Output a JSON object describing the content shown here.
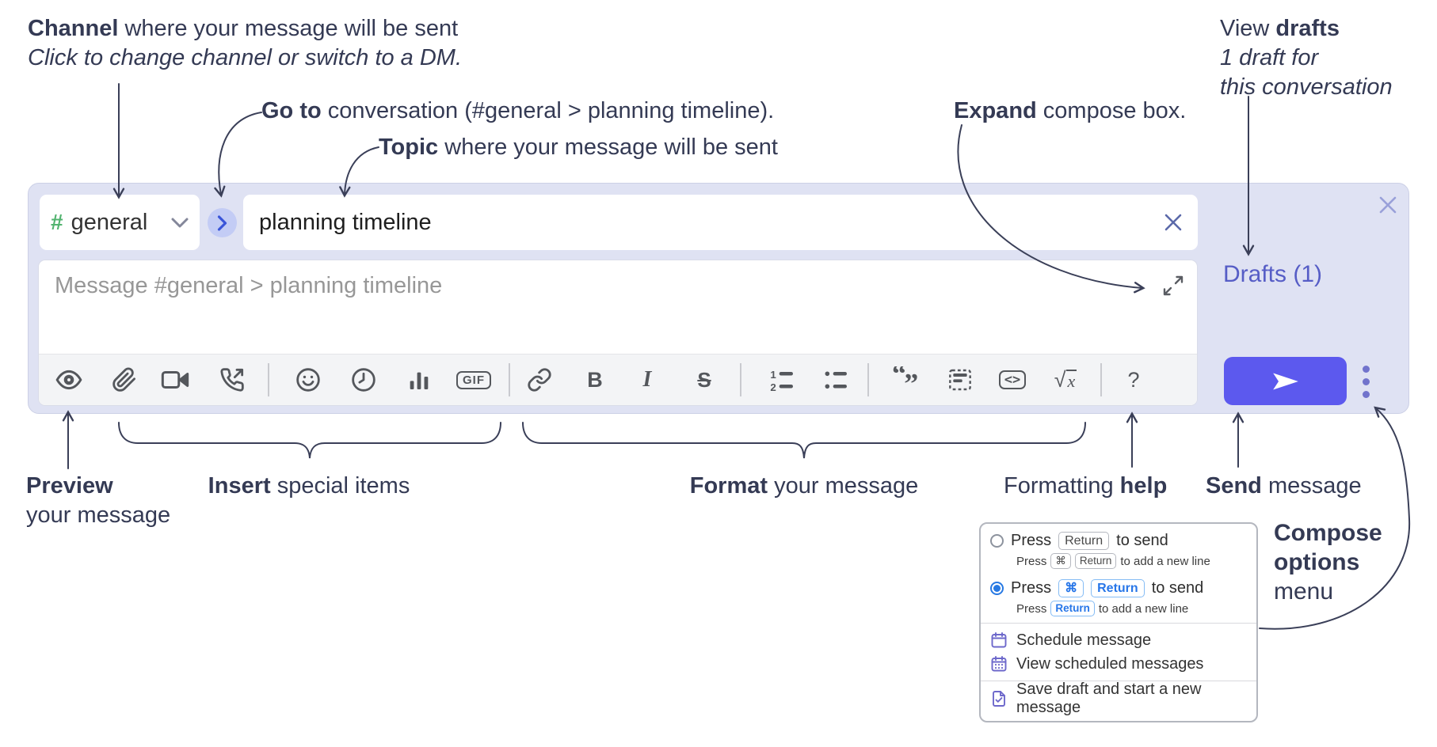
{
  "annotations": {
    "channel": {
      "bold": "Channel",
      "rest": " where your message will be sent",
      "line2": "Click to change channel or switch to a DM."
    },
    "goto": {
      "bold": "Go to",
      "rest": " conversation (#general > planning timeline)."
    },
    "topic": {
      "bold": "Topic",
      "rest": " where your message will be sent"
    },
    "expand": {
      "bold": "Expand",
      "rest": " compose box."
    },
    "view_drafts": {
      "pre": "View ",
      "bold": "drafts",
      "line2": "1 draft for",
      "line3": "this conversation"
    },
    "preview": {
      "bold": "Preview",
      "line2": "your message"
    },
    "insert": {
      "bold": "Insert",
      "rest": " special items"
    },
    "format": {
      "bold": "Format",
      "rest": " your message"
    },
    "formatting_help": {
      "pre": "Formatting ",
      "bold": "help"
    },
    "send": {
      "bold": "Send",
      "rest": " message"
    },
    "compose_options": {
      "line1": "Compose",
      "line2": "options",
      "line3": "menu"
    }
  },
  "compose": {
    "channel_hash": "#",
    "channel_name": "general",
    "topic_value": "planning timeline",
    "message_placeholder": "Message #general > planning timeline",
    "drafts_label": "Drafts (1)"
  },
  "toolbar": {
    "gif": "GIF",
    "bold": "B",
    "italic": "I",
    "strike": "S",
    "code": "<>",
    "math_root": "√",
    "math_x": "x",
    "question": "?"
  },
  "options_menu": {
    "option1": {
      "press": "Press",
      "key1": "Return",
      "suffix": "to send",
      "sub_press": "Press",
      "sub_key1": "⌘",
      "sub_key2": "Return",
      "sub_suffix": "to add a new line",
      "selected": false
    },
    "option2": {
      "press": "Press",
      "key1": "⌘",
      "key2": "Return",
      "suffix": "to send",
      "sub_press": "Press",
      "sub_key1": "Return",
      "sub_suffix": "to add a new line",
      "selected": true
    },
    "items": {
      "schedule": "Schedule message",
      "view_scheduled": "View scheduled messages",
      "save_draft": "Save draft and start a new message"
    }
  },
  "colors": {
    "compose_bg": "#dfe2f3",
    "send_button": "#5c59ee",
    "drafts_link": "#565dc6",
    "hash_green": "#52b36f",
    "radio_selected": "#2779e3",
    "menu_icon_purple": "#6d68cb",
    "annotation_ink": "#343a54",
    "icon_gray": "#54575c"
  }
}
